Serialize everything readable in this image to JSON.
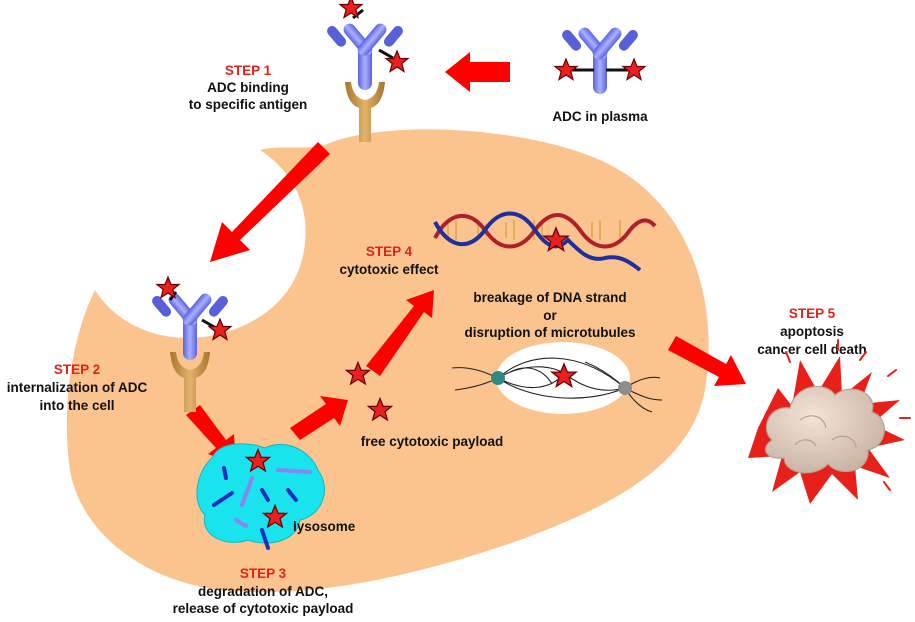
{
  "colors": {
    "step_red": "#e8201a",
    "arrow_red": "#ff0000",
    "cell_fill": "#fbc48f",
    "lysosome_fill": "#19e3ec",
    "antibody_blue": "#7b84ee",
    "antigen_brown": "#c9964a",
    "payload_red": "#e82020",
    "dna_red": "#b01f2c",
    "dna_blue": "#1f2f9c",
    "smoke": "#dcc8b8"
  },
  "icons": [
    "adc-antibody-icon",
    "antigen-receptor-icon",
    "payload-star-icon",
    "dna-helix-icon",
    "microtubule-spindle-icon",
    "explosion-icon"
  ],
  "labels": {
    "adc_in_plasma": "ADC in plasma",
    "step1": {
      "title": "STEP 1",
      "line1": "ADC binding",
      "line2": "to specific antigen"
    },
    "step2": {
      "title": "STEP 2",
      "line1": "internalization of ADC",
      "line2": "into the cell"
    },
    "step3": {
      "title": "STEP 3",
      "line1": "degradation of ADC,",
      "line2": "release of cytotoxic payload"
    },
    "step4": {
      "title": "STEP 4",
      "line1": "cytotoxic effect"
    },
    "step5": {
      "title": "STEP 5",
      "line1": "apoptosis",
      "line2": "cancer cell death"
    },
    "lysosome": "lysosome",
    "free_payload": "free cytotoxic payload",
    "dna_line1": "breakage of DNA strand",
    "dna_line2": "or",
    "dna_line3": "disruption of microtubules"
  }
}
